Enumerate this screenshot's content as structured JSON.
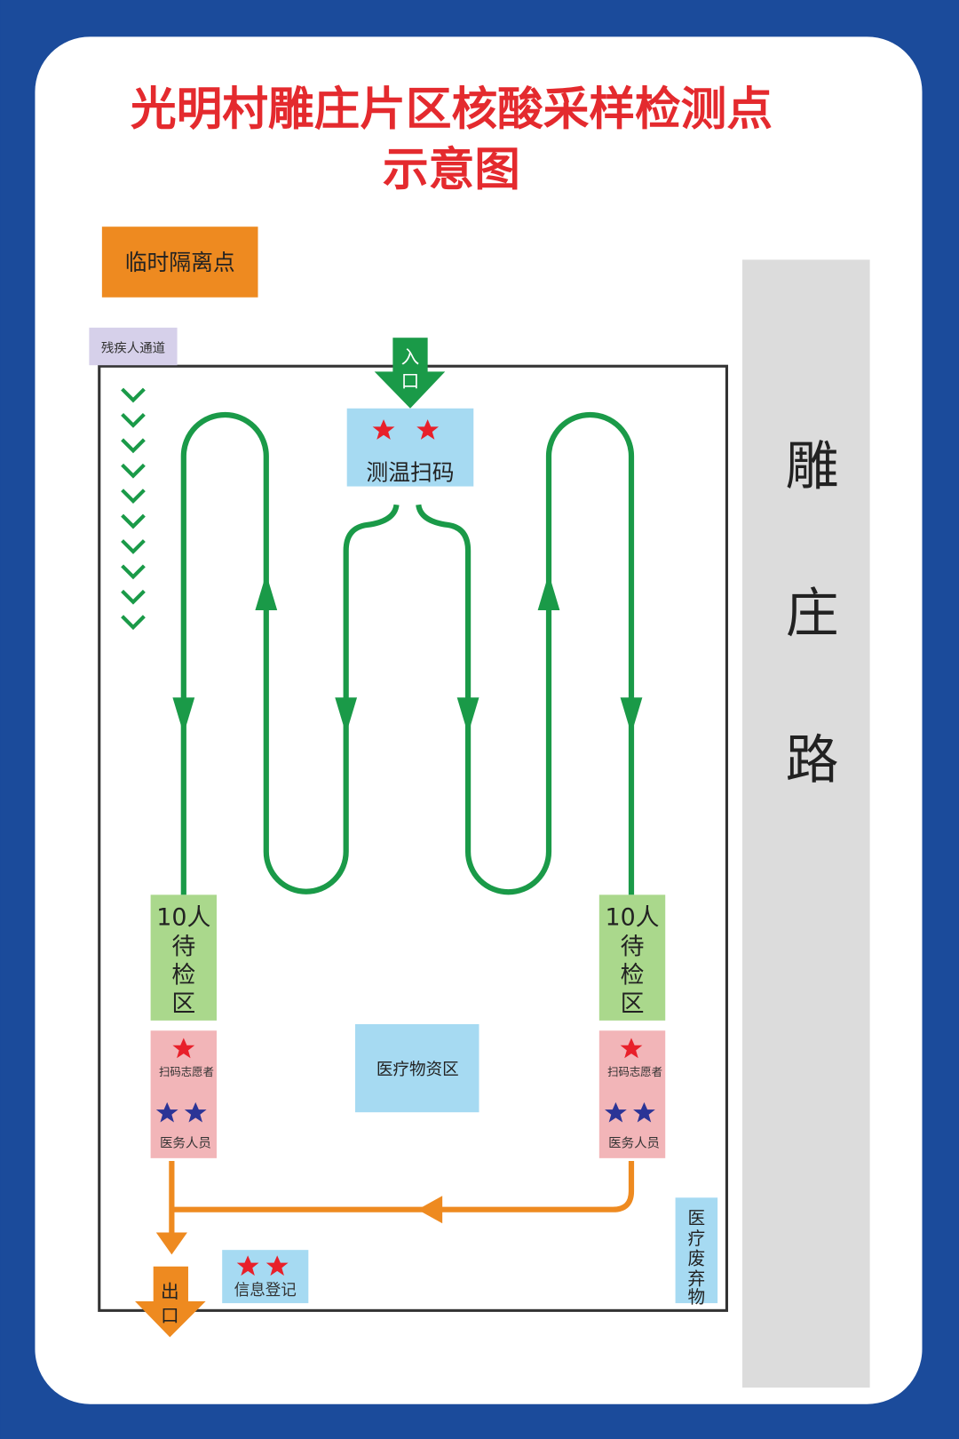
{
  "title": {
    "line1": "光明村雕庄片区核酸采样检测点",
    "line2": "示意图"
  },
  "isolation_point": "临时隔离点",
  "disabled_lane": "残疾人通道",
  "road": {
    "chars": [
      "雕",
      "庄",
      "路"
    ]
  },
  "entrance": {
    "chars": [
      "入",
      "口"
    ]
  },
  "exit": {
    "chars": [
      "出",
      "口"
    ]
  },
  "temp_scan": "测温扫码",
  "waiting_areas": [
    {
      "line1": "10人",
      "chars": [
        "待",
        "检",
        "区"
      ]
    },
    {
      "line1": "10人",
      "chars": [
        "待",
        "检",
        "区"
      ]
    }
  ],
  "staff_boxes": [
    {
      "volunteer": "扫码志愿者",
      "medical": "医务人员"
    },
    {
      "volunteer": "扫码志愿者",
      "medical": "医务人员"
    }
  ],
  "medical_supplies": "医疗物资区",
  "info_registration": "信息登记",
  "medical_waste": {
    "chars": [
      "医",
      "疗",
      "废",
      "弃",
      "物"
    ]
  },
  "colors": {
    "background": "#1b4b9b",
    "title": "#e42a2e",
    "green": "#1a9a48",
    "orange": "#ee8a20",
    "light_blue": "#a6daf2",
    "light_green": "#aad88c",
    "pink": "#f2b5b8",
    "road": "#dcdcdc",
    "lavender": "#d6d0ea"
  }
}
